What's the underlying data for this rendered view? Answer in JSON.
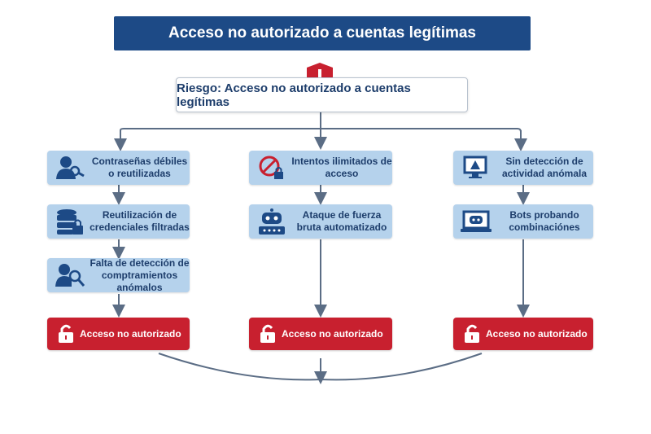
{
  "title": "Acceso no autorizado a cuentas legítimas",
  "risk": "Riesgo: Acceso no autorizado a cuentas legítimas",
  "colors": {
    "title": "#1d4a86",
    "box": "#b5d2ec",
    "danger": "#c8202f",
    "line": "#5b6d85"
  },
  "columns": [
    {
      "steps": [
        {
          "icon": "user-key-icon",
          "label": "Contraseñas débiles o reutilizadas"
        },
        {
          "icon": "database-lock-icon",
          "label": "Reutilización de credenciales filtradas"
        },
        {
          "icon": "user-search-icon",
          "label": "Falta de detección de comptramientos anómalos"
        }
      ],
      "outcome": "Acceso no autorizado"
    },
    {
      "steps": [
        {
          "icon": "prohibited-lock-icon",
          "label": "Intentos ilimitados de acceso"
        },
        {
          "icon": "robot-icon",
          "label": "Ataque de fuerza bruta automatizado"
        }
      ],
      "outcome": "Acceso no autorizado"
    },
    {
      "steps": [
        {
          "icon": "monitor-warning-icon",
          "label": "Sin detección de actividad anómala"
        },
        {
          "icon": "laptop-bot-icon",
          "label": "Bots probando combinaciónes"
        }
      ],
      "outcome": "Acceso no autorizado"
    }
  ]
}
